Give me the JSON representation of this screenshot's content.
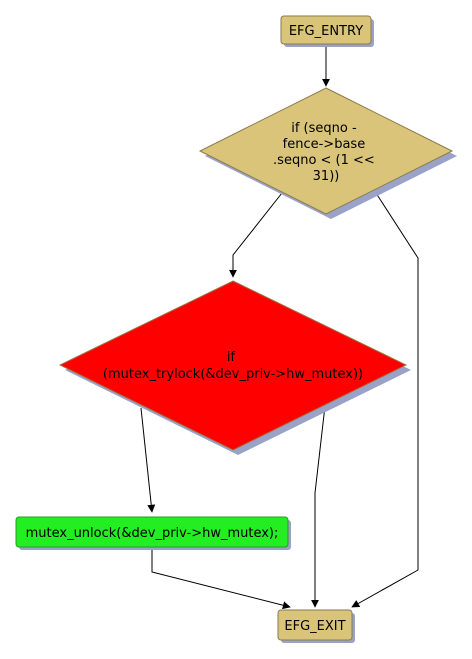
{
  "nodes": {
    "entry": {
      "label": "EFG_ENTRY",
      "fill": "#d9c47a"
    },
    "cond1": {
      "lines": [
        "if (seqno -",
        "fence->base",
        ".seqno < (1 <<",
        "31))"
      ],
      "fill": "#d9c47a"
    },
    "cond2": {
      "lines": [
        "if",
        "(mutex_trylock(&dev_priv->hw_mutex))"
      ],
      "fill": "#ff0000"
    },
    "unlock": {
      "label": "mutex_unlock(&dev_priv->hw_mutex);",
      "fill": "#22ee22"
    },
    "exit": {
      "label": "EFG_EXIT",
      "fill": "#d9c47a"
    }
  },
  "colors": {
    "shadow": "#9aa3c7",
    "stroke": "#8a7a4a",
    "edge": "#000000"
  }
}
